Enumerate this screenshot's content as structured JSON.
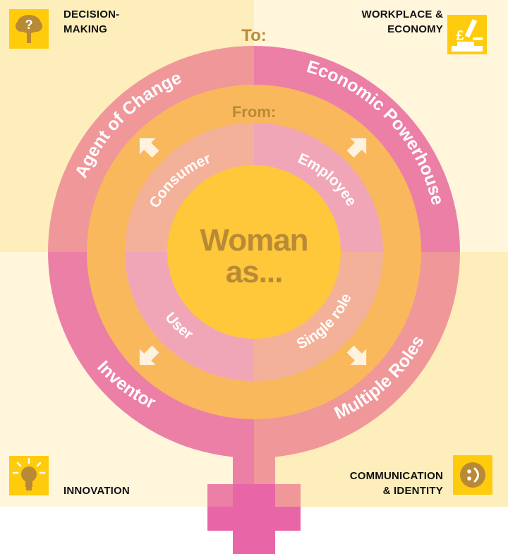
{
  "center": {
    "line1": "Woman",
    "line2": "as..."
  },
  "to_label": "To:",
  "from_label": "From:",
  "from_roles": {
    "top_left": "Consumer",
    "top_right": "Employee",
    "bottom_left": "User",
    "bottom_right": "Single role"
  },
  "to_roles": {
    "top_left": "Agent of Change",
    "top_right": "Economic Powerhouse",
    "bottom_left": "Inventor",
    "bottom_right": "Multiple Roles"
  },
  "corners": {
    "top_left": {
      "line1": "DECISION-",
      "line2": "MAKING",
      "icon": "question-tree-icon"
    },
    "top_right": {
      "line1": "WORKPLACE &",
      "line2": "ECONOMY",
      "icon": "microscope-pound-icon"
    },
    "bottom_left": {
      "line1": "INNOVATION",
      "icon": "lightbulb-icon"
    },
    "bottom_right": {
      "line1": "COMMUNICATION",
      "line2": "& IDENTITY",
      "icon": "smiley-face-icon"
    }
  },
  "colors": {
    "quadrant_bg_tl": "#fdeebb",
    "quadrant_bg_tr": "#fff6dc",
    "quadrant_bg_bl": "#fff6dc",
    "quadrant_bg_br": "#fdeebb",
    "outer_ring_tl": "#f0979a",
    "outer_ring_tr": "#ec7fa6",
    "outer_ring_bl": "#ec7fa6",
    "outer_ring_br": "#f0979a",
    "middle_ring": "#f9b85c",
    "inner_ring_a": "#f4b199",
    "inner_ring_b": "#f1a6b8",
    "center": "#ffc73a",
    "label_gold": "#b98a36",
    "icon_box": "#ffcb0d",
    "cross": "#e866a8"
  }
}
